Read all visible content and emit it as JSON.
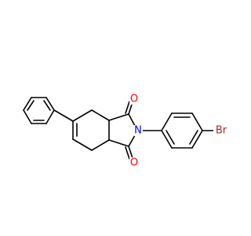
{
  "molecule": {
    "atoms": {
      "o_top": {
        "symbol": "O",
        "color": "#ff0000"
      },
      "o_bottom": {
        "symbol": "O",
        "color": "#ff0000"
      },
      "n": {
        "symbol": "N",
        "color": "#0000ff"
      },
      "br": {
        "symbol": "Br",
        "color": "#a52a2a"
      }
    }
  }
}
